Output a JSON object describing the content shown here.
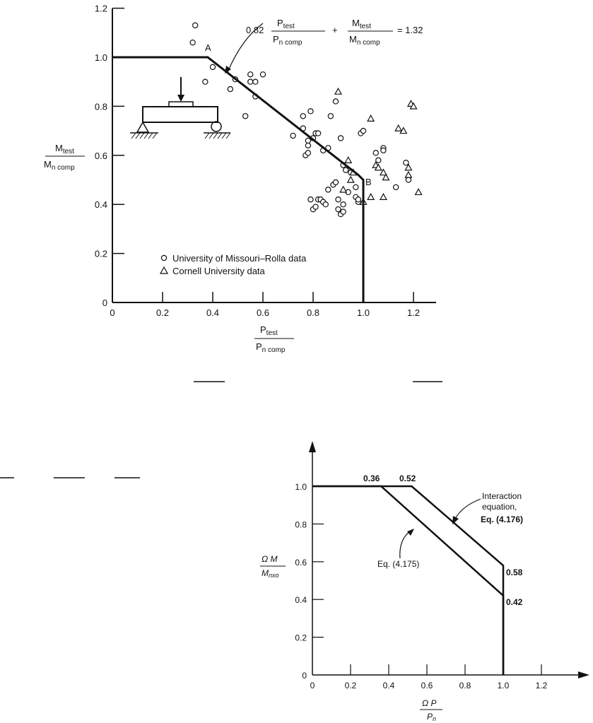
{
  "chart_data": [
    {
      "type": "scatter",
      "title": "",
      "xlabel": "P_test / P_n comp",
      "ylabel": "M_test / M_n comp",
      "xlim": [
        0,
        1.3
      ],
      "ylim": [
        0,
        1.2
      ],
      "x_ticks": [
        "0",
        "0.2",
        "0.4",
        "0.6",
        "0.8",
        "1.0",
        "1.2"
      ],
      "y_ticks": [
        "0",
        "0.2",
        "0.4",
        "0.6",
        "0.8",
        "1.0",
        "1.2"
      ],
      "x_label_parts": {
        "num_main": "P",
        "num_sub": "test",
        "den_main": "P",
        "den_sub": "n comp"
      },
      "y_label_parts": {
        "num_main": "M",
        "num_sub": "test",
        "den_main": "M",
        "den_sub": "n comp"
      },
      "equation": {
        "coef": "0.82",
        "t1_num_main": "P",
        "t1_num_sub": "test",
        "t1_den_main": "P",
        "t1_den_sub": "n comp",
        "plus": "+",
        "t2_num_main": "M",
        "t2_num_sub": "test",
        "t2_den_main": "M",
        "t2_den_sub": "n comp",
        "rhs": "= 1.32"
      },
      "point_labels": {
        "A": "A",
        "B": "B"
      },
      "legend": [
        {
          "text": "University of Missouri–Rolla data",
          "marker": "circle"
        },
        {
          "text": "Cornell University data",
          "marker": "triangle"
        }
      ],
      "series": [
        {
          "name": "Interaction curve",
          "kind": "line",
          "points": [
            [
              0,
              1.0
            ],
            [
              0.38,
              1.0
            ],
            [
              0.98,
              0.52
            ],
            [
              1.0,
              0.5
            ],
            [
              1.0,
              0
            ]
          ]
        },
        {
          "name": "University of Missouri–Rolla data",
          "kind": "circle",
          "points": [
            [
              0.32,
              1.06
            ],
            [
              0.33,
              1.13
            ],
            [
              0.37,
              0.9
            ],
            [
              0.4,
              0.96
            ],
            [
              0.47,
              0.87
            ],
            [
              0.49,
              0.91
            ],
            [
              0.53,
              0.76
            ],
            [
              0.55,
              0.9
            ],
            [
              0.55,
              0.93
            ],
            [
              0.57,
              0.84
            ],
            [
              0.57,
              0.9
            ],
            [
              0.6,
              0.93
            ],
            [
              0.72,
              0.68
            ],
            [
              0.76,
              0.76
            ],
            [
              0.76,
              0.71
            ],
            [
              0.77,
              0.6
            ],
            [
              0.78,
              0.61
            ],
            [
              0.78,
              0.64
            ],
            [
              0.78,
              0.66
            ],
            [
              0.79,
              0.78
            ],
            [
              0.8,
              0.67
            ],
            [
              0.81,
              0.69
            ],
            [
              0.82,
              0.69
            ],
            [
              0.84,
              0.62
            ],
            [
              0.86,
              0.63
            ],
            [
              0.87,
              0.76
            ],
            [
              0.89,
              0.82
            ],
            [
              0.91,
              0.67
            ],
            [
              0.92,
              0.56
            ],
            [
              0.93,
              0.54
            ],
            [
              0.95,
              0.53
            ],
            [
              0.97,
              0.47
            ],
            [
              0.99,
              0.69
            ],
            [
              1.0,
              0.7
            ],
            [
              1.05,
              0.61
            ],
            [
              1.06,
              0.58
            ],
            [
              1.08,
              0.63
            ],
            [
              1.08,
              0.62
            ],
            [
              1.13,
              0.47
            ],
            [
              1.17,
              0.57
            ],
            [
              1.18,
              0.5
            ],
            [
              0.79,
              0.42
            ],
            [
              0.8,
              0.38
            ],
            [
              0.81,
              0.39
            ],
            [
              0.82,
              0.42
            ],
            [
              0.83,
              0.42
            ],
            [
              0.84,
              0.41
            ],
            [
              0.85,
              0.4
            ],
            [
              0.86,
              0.46
            ],
            [
              0.88,
              0.48
            ],
            [
              0.89,
              0.49
            ],
            [
              0.9,
              0.42
            ],
            [
              0.9,
              0.38
            ],
            [
              0.91,
              0.36
            ],
            [
              0.92,
              0.4
            ],
            [
              0.92,
              0.37
            ],
            [
              0.94,
              0.45
            ],
            [
              0.97,
              0.43
            ],
            [
              0.98,
              0.41
            ],
            [
              0.98,
              0.42
            ]
          ]
        },
        {
          "name": "Cornell University data",
          "kind": "triangle",
          "points": [
            [
              0.9,
              0.86
            ],
            [
              0.92,
              0.46
            ],
            [
              0.94,
              0.58
            ],
            [
              0.95,
              0.5
            ],
            [
              0.96,
              0.53
            ],
            [
              1.0,
              0.41
            ],
            [
              1.03,
              0.75
            ],
            [
              1.03,
              0.43
            ],
            [
              1.05,
              0.56
            ],
            [
              1.06,
              0.55
            ],
            [
              1.08,
              0.43
            ],
            [
              1.08,
              0.53
            ],
            [
              1.09,
              0.51
            ],
            [
              1.14,
              0.71
            ],
            [
              1.16,
              0.7
            ],
            [
              1.18,
              0.52
            ],
            [
              1.18,
              0.55
            ],
            [
              1.19,
              0.81
            ],
            [
              1.2,
              0.8
            ],
            [
              1.22,
              0.45
            ]
          ]
        }
      ]
    },
    {
      "type": "line",
      "title": "",
      "xlabel": "Ω P / P_n",
      "ylabel": "Ω M / M_nxo",
      "xlim": [
        0,
        1.4
      ],
      "ylim": [
        0,
        1.2
      ],
      "x_ticks": [
        "0",
        "0.2",
        "0.4",
        "0.6",
        "0.8",
        "1.0",
        "1.2"
      ],
      "y_ticks": [
        "0",
        "0.2",
        "0.4",
        "0.6",
        "0.8",
        "1.0"
      ],
      "x_label_parts": {
        "num": "Ω  P",
        "den": "P",
        "den_sub": "n"
      },
      "y_label_parts": {
        "num": "Ω  M",
        "den": "M",
        "den_sub": "nxo"
      },
      "annotations": {
        "v036": "0.36",
        "v052": "0.52",
        "v058": "0.58",
        "v042": "0.42",
        "interaction_1": "Interaction",
        "interaction_2": "equation,",
        "interaction_3": "Eq. (4.176)",
        "eq4175": "Eq. (4.175)"
      },
      "series": [
        {
          "name": "Eq. (4.175)",
          "points": [
            [
              0,
              1.0
            ],
            [
              0.36,
              1.0
            ],
            [
              1.0,
              0.42
            ],
            [
              1.0,
              0
            ]
          ]
        },
        {
          "name": "Interaction equation, Eq. (4.176)",
          "points": [
            [
              0,
              1.0
            ],
            [
              0.52,
              1.0
            ],
            [
              1.0,
              0.58
            ],
            [
              1.0,
              0
            ]
          ]
        }
      ]
    }
  ]
}
